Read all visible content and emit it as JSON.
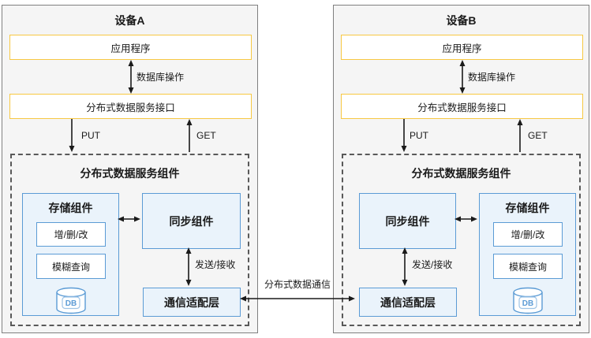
{
  "link": {
    "label": "分布式数据通信"
  },
  "devices": [
    {
      "title": "设备A",
      "app_label": "应用程序",
      "db_op_label": "数据库操作",
      "interface_label": "分布式数据服务接口",
      "put_label": "PUT",
      "get_label": "GET",
      "component_title": "分布式数据服务组件",
      "storage_title": "存储组件",
      "crud_label": "增/删/改",
      "fuzzy_label": "模糊查询",
      "db_label": "DB",
      "sync_label": "同步组件",
      "send_recv_label": "发送/接收",
      "comm_label": "通信适配层"
    },
    {
      "title": "设备B",
      "app_label": "应用程序",
      "db_op_label": "数据库操作",
      "interface_label": "分布式数据服务接口",
      "put_label": "PUT",
      "get_label": "GET",
      "component_title": "分布式数据服务组件",
      "storage_title": "存储组件",
      "crud_label": "增/删/改",
      "fuzzy_label": "模糊查询",
      "db_label": "DB",
      "sync_label": "同步组件",
      "send_recv_label": "发送/接收",
      "comm_label": "通信适配层"
    }
  ],
  "colors": {
    "panel_fill": "#f5f5f5",
    "panel_border": "#7f7f7f",
    "yellow_border": "#f7c842",
    "blue_border": "#5b9bd5",
    "blue_fill": "#eaf3fb",
    "dashed_border": "#595959",
    "arrow": "#1a1a1a",
    "db_text": "#5b9bd5"
  }
}
